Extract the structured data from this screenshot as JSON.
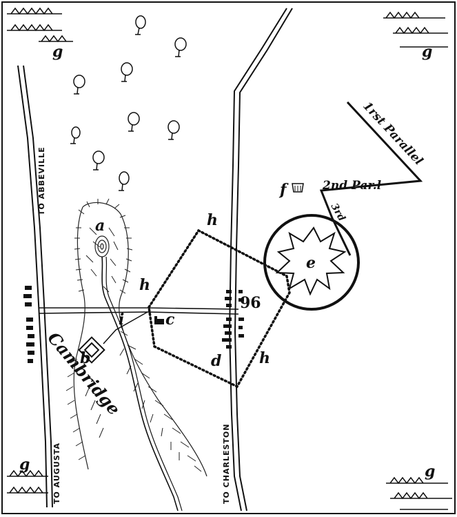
{
  "map": {
    "labels": {
      "to_abbeville": "TO ABBEVILLE",
      "to_augusta": "TO AUGUSTA",
      "to_charleston": "TO CHARLESTON",
      "first_parallel": "1rst Parallel",
      "second_parallel": "2nd Par.l",
      "third_parallel": "3rd",
      "cambridge": "Cambridge",
      "ninety_six": "96"
    },
    "letters": {
      "a_hill": "a",
      "a_village": "d",
      "b": "b",
      "c": "c",
      "e": "e",
      "f": "f",
      "g_tl": "g",
      "g_tr": "g",
      "g_bl": "g",
      "g_br": "g",
      "h_top": "h",
      "h_left": "h",
      "h_right": "h",
      "i": "i"
    },
    "colors": {
      "ink": "#111111",
      "paper": "#ffffff"
    }
  }
}
